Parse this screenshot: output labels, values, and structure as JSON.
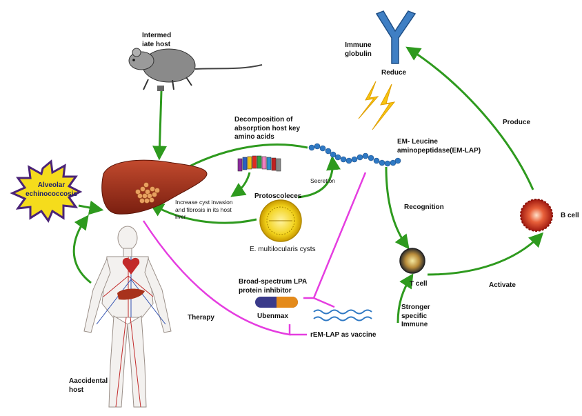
{
  "labels": {
    "intermediate_host": "Intermed\niate host",
    "immune_globulin": "Immune\nglobulin",
    "reduce": "Reduce",
    "decomposition": "Decomposition of\nabsorption host key\namino acids",
    "em_lap": "EM- Leucine\naminopeptidase(EM-LAP)",
    "produce": "Produce",
    "alveolar": "Alveolar\nechinococcosis",
    "secretion": "Secretion",
    "increase_cyst": "Increase cyst invasion\nand fibrosis in its host\nliver",
    "protoscoleces": "Protoscoleces",
    "recognition": "Recognition",
    "b_cell": "B cell",
    "e_multilocularis": "E. multilocularis cysts",
    "broad_spectrum": "Broad-spectrum LPA\nprotein inhibitor",
    "t_cell": "T cell",
    "activate": "Activate",
    "ubenmax": "Ubenmax",
    "therapy": "Therapy",
    "stronger": "Stronger\nspecific\nImmune",
    "vaccine": "rEM-LAP as vaccine",
    "accidental_host": "Aaccidental\nhost"
  },
  "colors": {
    "arrow_green": "#2e9a1e",
    "therapy_magenta": "#e53de0",
    "antibody_blue": "#3f7fc4",
    "liver_red": "#a8321c",
    "lightning_yellow": "#f7c410",
    "star_yellow": "#f5dc1c",
    "star_purple": "#4b2478",
    "protein_blue": "#2f79c4",
    "cyst_yellow": "#f2d21a"
  },
  "icons": [
    "rat-icon",
    "antibody-icon",
    "liver-icon",
    "lightning-icon",
    "protein-chain-icon",
    "amino-acid-icon",
    "cyst-icon",
    "t-cell-icon",
    "b-cell-icon",
    "capsule-icon",
    "vaccine-wave-icon",
    "human-body-icon",
    "burst-star-icon"
  ]
}
